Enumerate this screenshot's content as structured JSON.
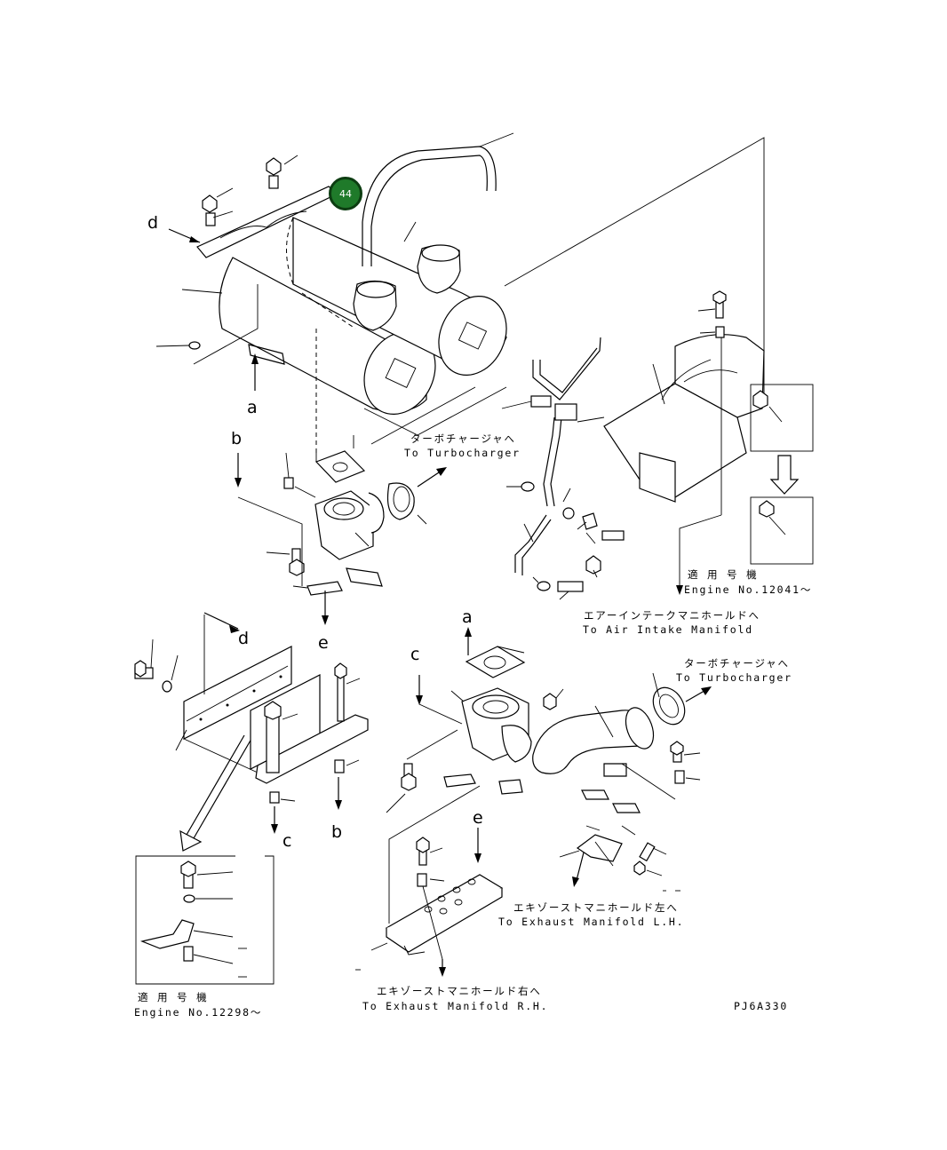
{
  "callout": {
    "number": "44"
  },
  "refs": {
    "d_top": "d",
    "a": "a",
    "b_top": "b",
    "e_top": "e",
    "d_mid": "d",
    "c_mid": "c",
    "a_mid": "a",
    "c_low": "c",
    "b_low": "b",
    "e_low": "e"
  },
  "labels": {
    "turbo1_jp": "ターボチャージャへ",
    "turbo1_en": "To Turbocharger",
    "engine1_jp": "適 用 号 機",
    "engine1_en": "Engine No.12041～",
    "air_jp": "エアーインテークマニホールドへ",
    "air_en": "To Air Intake Manifold",
    "turbo2_jp": "ターボチャージャへ",
    "turbo2_en": "To Turbocharger",
    "exlh_jp": "エキゾーストマニホールド左へ",
    "exlh_en": "To Exhaust Manifold L.H.",
    "exrh_jp": "エキゾーストマニホールド右へ",
    "exrh_en": "To Exhaust Manifold R.H.",
    "engine2_jp": "適 用 号 機",
    "engine2_en": "Engine No.12298～",
    "code": "PJ6A330"
  }
}
